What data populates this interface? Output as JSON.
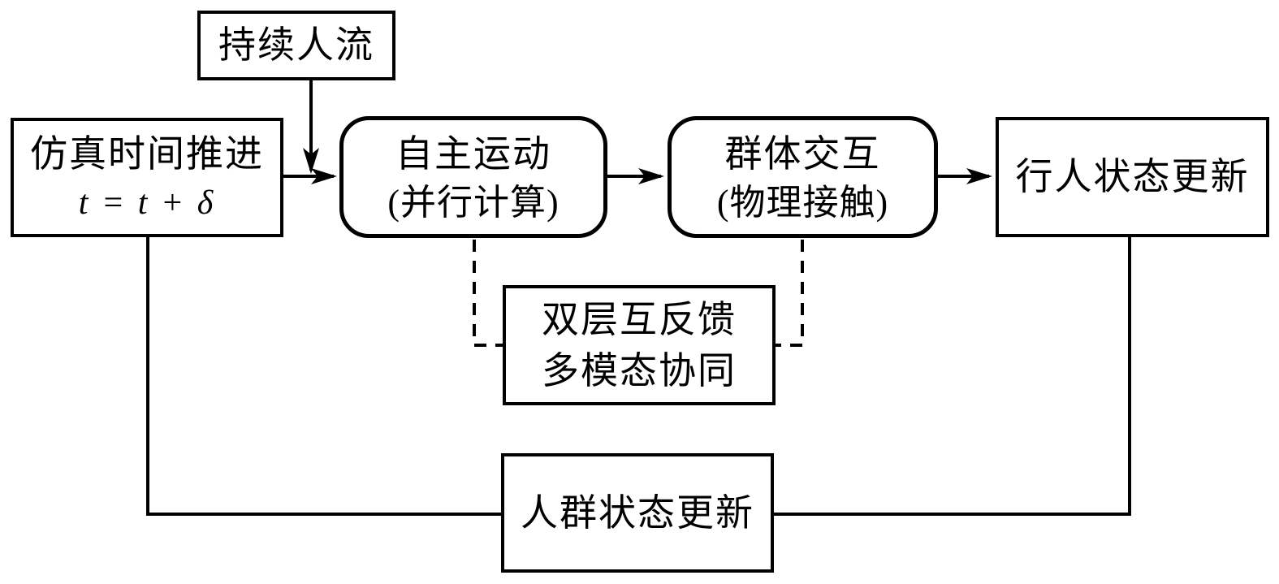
{
  "diagram": {
    "background_color": "#ffffff",
    "line_color": "#000000",
    "nodes": {
      "inflow": {
        "label": "持续人流"
      },
      "time_advance": {
        "label": "仿真时间推进",
        "formula": "t = t + δ"
      },
      "autonomous_motion": {
        "label": "自主运动",
        "sublabel": "(并行计算)"
      },
      "group_interaction": {
        "label": "群体交互",
        "sublabel": "(物理接触)"
      },
      "pedestrian_update": {
        "label": "行人状态更新"
      },
      "dual_feedback": {
        "label": "双层互反馈",
        "sublabel": "多模态协同"
      },
      "crowd_update": {
        "label": "人群状态更新"
      }
    },
    "edges": [
      {
        "from": "inflow",
        "to": "autonomous_motion",
        "style": "solid-arrow"
      },
      {
        "from": "time_advance",
        "to": "autonomous_motion",
        "style": "solid-arrow"
      },
      {
        "from": "autonomous_motion",
        "to": "group_interaction",
        "style": "solid-arrow"
      },
      {
        "from": "group_interaction",
        "to": "pedestrian_update",
        "style": "solid-arrow"
      },
      {
        "from": "autonomous_motion",
        "to": "dual_feedback",
        "style": "dashed-line"
      },
      {
        "from": "group_interaction",
        "to": "dual_feedback",
        "style": "dashed-line"
      },
      {
        "from": "time_advance",
        "to": "crowd_update",
        "style": "solid-line"
      },
      {
        "from": "pedestrian_update",
        "to": "crowd_update",
        "style": "solid-line"
      }
    ]
  }
}
